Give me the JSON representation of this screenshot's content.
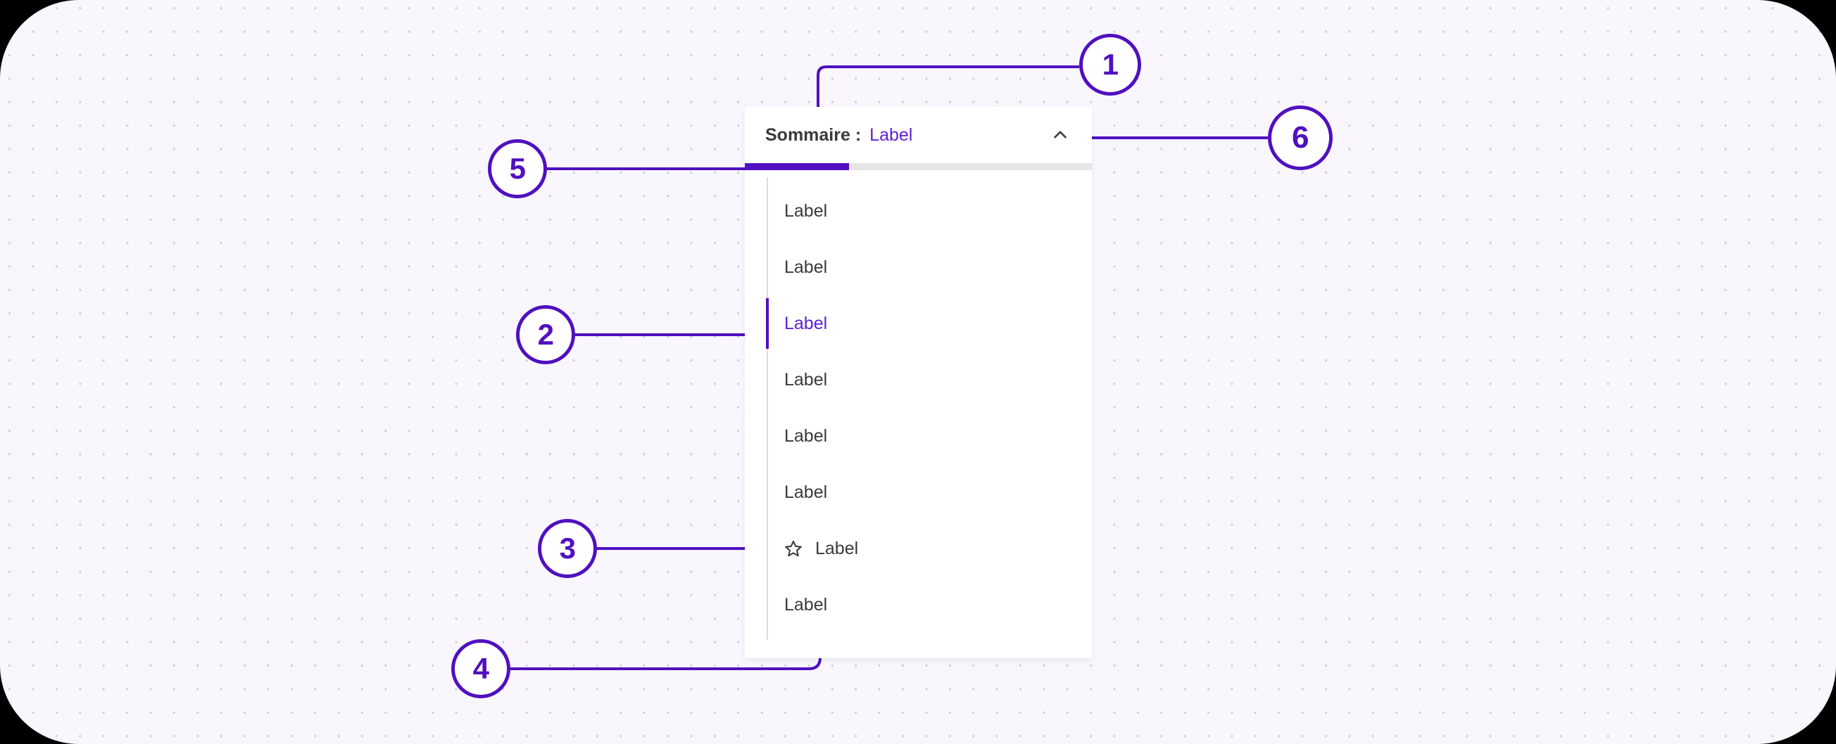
{
  "colors": {
    "accent_purple": "#5010c0",
    "accent_purple_text": "#5d1fd4",
    "background": "#f9f7fd",
    "panel_background": "#ffffff",
    "rail_inactive": "#dcdcdc",
    "progress_track": "#e6e6e6",
    "text_dark": "#3a3a3a",
    "dot_grid": "#c9d4d6"
  },
  "panel": {
    "header": {
      "title": "Sommaire :",
      "value": "Label",
      "collapse_icon": "chevron-up-icon"
    },
    "progress": {
      "percent": 30,
      "fill_color": "#5010c0",
      "track_color": "#e6e6e6"
    },
    "items": [
      {
        "label": "Label",
        "active": false,
        "icon": null
      },
      {
        "label": "Label",
        "active": false,
        "icon": null
      },
      {
        "label": "Label",
        "active": true,
        "icon": null
      },
      {
        "label": "Label",
        "active": false,
        "icon": null
      },
      {
        "label": "Label",
        "active": false,
        "icon": null
      },
      {
        "label": "Label",
        "active": false,
        "icon": null
      },
      {
        "label": "Label",
        "active": false,
        "icon": "star-outline-icon"
      },
      {
        "label": "Label",
        "active": false,
        "icon": null
      }
    ]
  },
  "annotations": [
    {
      "number": "1"
    },
    {
      "number": "2"
    },
    {
      "number": "3"
    },
    {
      "number": "4"
    },
    {
      "number": "5"
    },
    {
      "number": "6"
    }
  ]
}
